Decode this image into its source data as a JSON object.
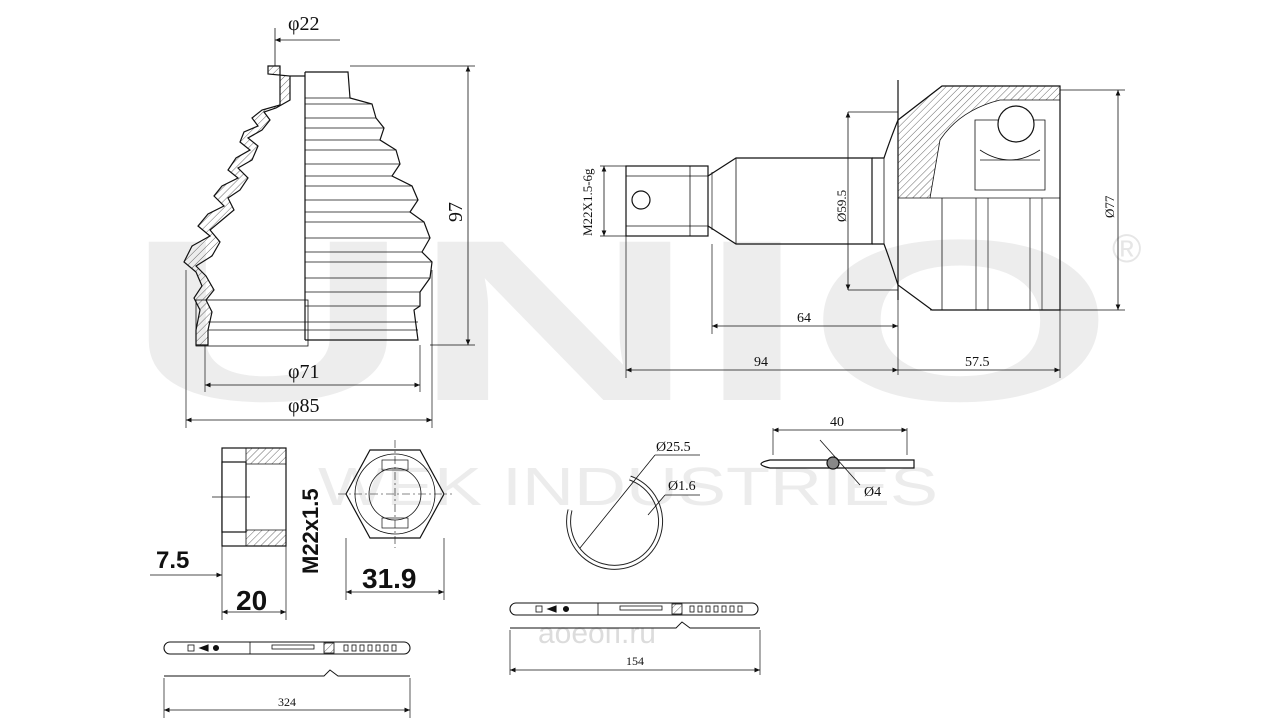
{
  "watermark": {
    "brand": "UNIO",
    "registered": "®",
    "subtitle": "WEK INDUSTRIES",
    "site": "аоеоп.ru"
  },
  "boot": {
    "dia_top": "φ22",
    "height": "97",
    "dia_inner": "φ71",
    "dia_outer": "φ85"
  },
  "joint": {
    "thread": "M22X1.5-6g",
    "shaft_dia": "Ø59.5",
    "outer_dia": "Ø77",
    "len_64": "64",
    "len_94": "94",
    "len_575": "57.5"
  },
  "nut": {
    "thread": "M22x1.5",
    "width": "7.5",
    "height": "20",
    "hex": "31.9"
  },
  "ring": {
    "dia": "Ø25.5",
    "wire": "Ø1.6"
  },
  "pin": {
    "length": "40",
    "dia": "Ø4"
  },
  "clamps": {
    "small_len": "154",
    "large_len": "324"
  }
}
